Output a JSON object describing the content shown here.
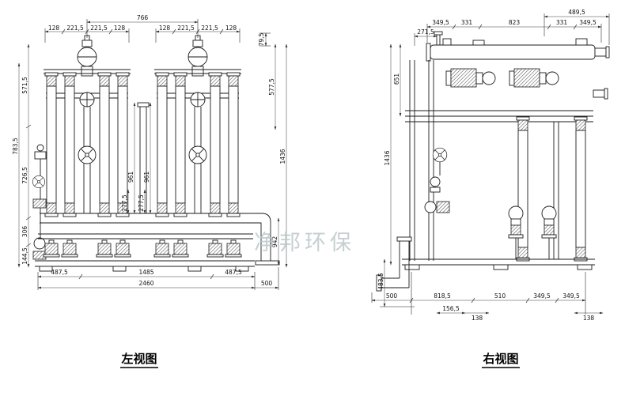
{
  "watermark": "净邦环保",
  "left_view": {
    "title": "左视图",
    "dims": {
      "top": [
        "128",
        "221,5",
        "221,5",
        "128",
        "766",
        "128",
        "221,5",
        "221,5",
        "128"
      ],
      "top_right": "79,5",
      "left_chain": [
        "571,5",
        "783,5",
        "726,5",
        "306",
        "144,5"
      ],
      "right_chain": [
        "577,5",
        "1436"
      ],
      "inner": [
        "961",
        "961",
        "277,5",
        "277,5"
      ],
      "outlet_drop": "942",
      "bottom_row1": [
        "487,5",
        "1485",
        "487,5"
      ],
      "bottom_total": "2460",
      "outlet_extension": "500"
    }
  },
  "right_view": {
    "title": "右视图",
    "dims": {
      "top_nozzle": "489,5",
      "top": [
        "349,5",
        "331",
        "823",
        "331",
        "349,5"
      ],
      "top_left": "271,5",
      "left_chain": [
        "651",
        "1436",
        "483,5"
      ],
      "bottom_row1": [
        "500",
        "818,5",
        "510",
        "349,5",
        "349,5"
      ],
      "bottom_row2": [
        "156,5",
        "138",
        "138"
      ]
    }
  }
}
